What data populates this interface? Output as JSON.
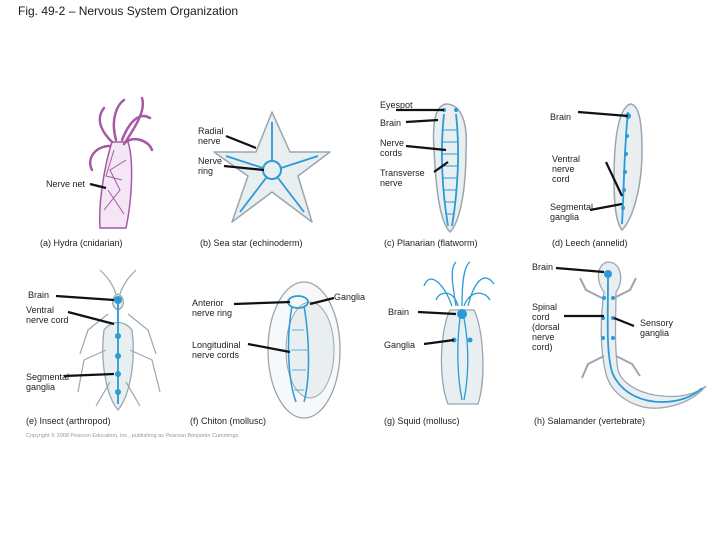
{
  "title": "Fig. 49-2 – Nervous System Organization",
  "copyright": "Copyright © 2008 Pearson Education, Inc., publishing as Pearson Benjamin Cummings.",
  "captions": {
    "hydra": "(a) Hydra (cnidarian)",
    "seastar": "(b) Sea star (echinoderm)",
    "planarian": "(c) Planarian (flatworm)",
    "leech": "(d) Leech (annelid)",
    "insect": "(e) Insect (arthropod)",
    "chiton": "(f) Chiton (mollusc)",
    "squid": "(g) Squid (mollusc)",
    "salamander": "(h) Salamander (vertebrate)"
  },
  "labels": {
    "nerve_net": "Nerve net",
    "radial_nerve": "Radial\nnerve",
    "nerve_ring": "Nerve\nring",
    "eyespot": "Eyespot",
    "brain_c": "Brain",
    "nerve_cords": "Nerve\ncords",
    "transverse_nerve": "Transverse\nnerve",
    "brain_d": "Brain",
    "ventral_nerve_cord_d": "Ventral\nnerve\ncord",
    "segmental_ganglia_d": "Segmental\nganglia",
    "brain_e": "Brain",
    "ventral_nerve_cord_e": "Ventral\nnerve cord",
    "segmental_ganglia_e": "Segmental\nganglia",
    "anterior_nerve_ring": "Anterior\nnerve ring",
    "longitudinal_nerve_cords": "Longitudinal\nnerve cords",
    "ganglia_f": "Ganglia",
    "brain_g": "Brain",
    "ganglia_g": "Ganglia",
    "brain_h": "Brain",
    "spinal_cord": "Spinal\ncord\n(dorsal\nnerve\ncord)",
    "sensory_ganglia": "Sensory\nganglia"
  },
  "colors": {
    "nerve": "#2b9ad6",
    "body_outline": "#9aa6b0",
    "hydra": "#a45aa4",
    "body_fill": "#eef2f4"
  }
}
